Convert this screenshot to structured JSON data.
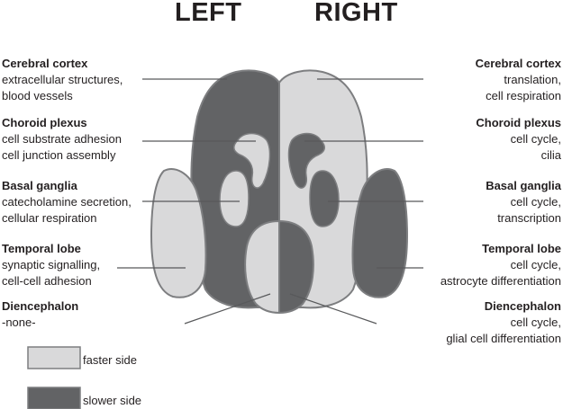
{
  "titles": {
    "left": "LEFT",
    "right": "RIGHT"
  },
  "left_regions": [
    {
      "name": "Cerebral cortex",
      "line1": "extracellular structures,",
      "line2": "blood vessels"
    },
    {
      "name": "Choroid plexus",
      "line1": "cell substrate adhesion",
      "line2": "cell junction assembly"
    },
    {
      "name": "Basal ganglia",
      "line1": "catecholamine secretion,",
      "line2": "cellular respiration"
    },
    {
      "name": "Temporal lobe",
      "line1": "synaptic signalling,",
      "line2": "cell-cell adhesion"
    },
    {
      "name": "Diencephalon",
      "line1": "-none-",
      "line2": ""
    }
  ],
  "right_regions": [
    {
      "name": "Cerebral cortex",
      "line1": "translation,",
      "line2": "cell respiration"
    },
    {
      "name": "Choroid plexus",
      "line1": "cell cycle,",
      "line2": "cilia"
    },
    {
      "name": "Basal ganglia",
      "line1": "cell cycle,",
      "line2": "transcription"
    },
    {
      "name": "Temporal lobe",
      "line1": "cell cycle,",
      "line2": "astrocyte differentiation"
    },
    {
      "name": "Diencephalon",
      "line1": "cell cycle,",
      "line2": "glial cell differentiation"
    }
  ],
  "legend": [
    {
      "label": "faster side",
      "color": "#d9d9da"
    },
    {
      "label": "slower side",
      "color": "#626365"
    }
  ],
  "colors": {
    "faster": "#d9d9da",
    "slower": "#626365",
    "outline": "#7d7e80",
    "leader": "#58595b"
  }
}
